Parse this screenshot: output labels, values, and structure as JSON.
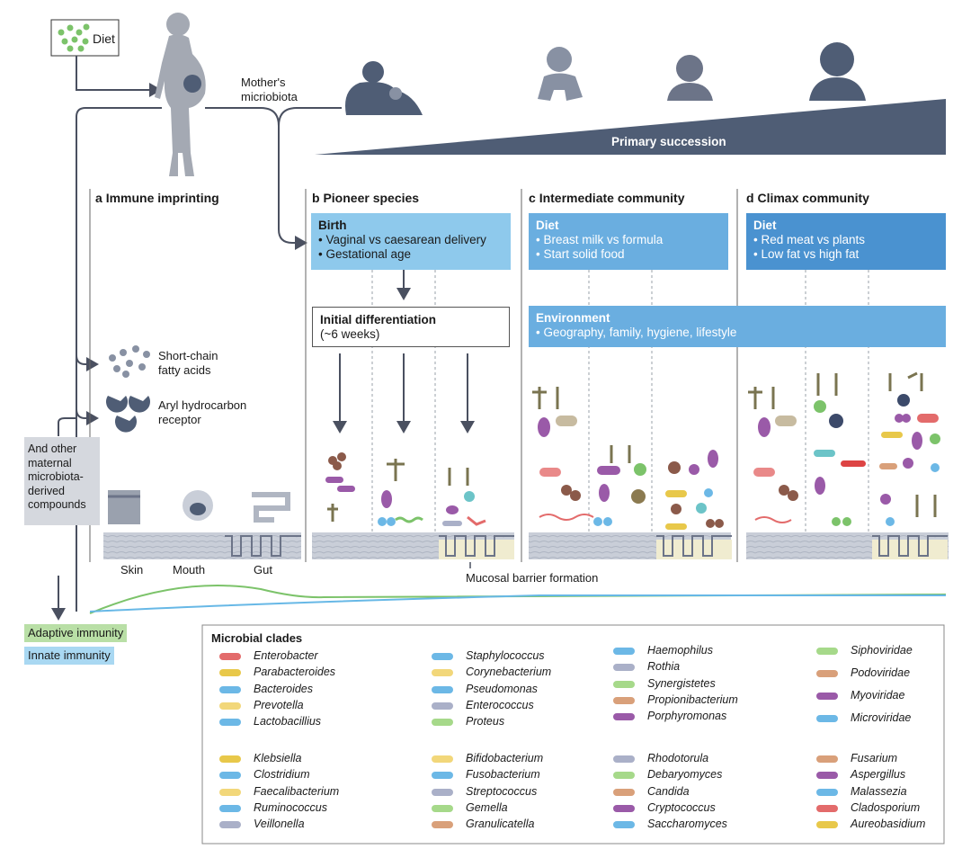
{
  "diet_label": "Diet",
  "mother_label": "Mother's\nmicriobiota",
  "succession_label": "Primary succession",
  "sections": {
    "a": {
      "letter": "a",
      "title": "Immune imprinting"
    },
    "b": {
      "letter": "b",
      "title": "Pioneer species"
    },
    "c": {
      "letter": "c",
      "title": "Intermediate community"
    },
    "d": {
      "letter": "d",
      "title": "Climax community"
    }
  },
  "birth_box": {
    "title": "Birth",
    "lines": [
      "• Vaginal vs caesarean delivery",
      "• Gestational age"
    ]
  },
  "diet_c_box": {
    "title": "Diet",
    "lines": [
      "• Breast milk vs formula",
      "• Start solid food"
    ]
  },
  "diet_d_box": {
    "title": "Diet",
    "lines": [
      "• Red meat vs plants",
      "• Low fat vs high fat"
    ]
  },
  "initial_diff": {
    "title": "Initial differentiation",
    "sub": "(~6 weeks)"
  },
  "environment_box": {
    "title": "Environment",
    "line": "• Geography, family, hygiene, lifestyle"
  },
  "scfa_label": "Short-chain\nfatty acids",
  "ahr_label": "Aryl hydrocarbon\nreceptor",
  "maternal_compounds": "And other\nmaternal\nmicrobiota-\nderived\ncompounds",
  "tissues": [
    "Skin",
    "Mouth",
    "Gut"
  ],
  "mucosal_label": "Mucosal barrier formation",
  "adaptive_label": "Adaptive immunity",
  "innate_label": "Innate immunity",
  "colors": {
    "birth": "#8ec9ec",
    "diet_c": "#6aaee0",
    "diet_d": "#4a92d0",
    "env": "#6aaee0",
    "adaptive": "#7cc36a",
    "innate": "#67b8e6",
    "succession": "#4f5d75",
    "maternal": "#d5d8de"
  },
  "legend": {
    "title": "Microbial clades",
    "col1a": [
      "Enterobacter",
      "Parabacteroides",
      "Bacteroides",
      "Prevotella",
      "Lactobacillius"
    ],
    "col1b": [
      "Klebsiella",
      "Clostridium",
      "Faecalibacterium",
      "Ruminococcus",
      "Veillonella"
    ],
    "col2a": [
      "Staphylococcus",
      "Corynebacterium",
      "Pseudomonas",
      "Enterococcus",
      "Proteus"
    ],
    "col2b": [
      "Bifidobacterium",
      "Fusobacterium",
      "Streptococcus",
      "Gemella",
      "Granulicatella"
    ],
    "col3a": [
      "Haemophilus",
      "Rothia",
      "Synergistetes",
      "Propionibacterium",
      "Porphyromonas"
    ],
    "col3b": [
      "Rhodotorula",
      "Debaryomyces",
      "Candida",
      "Cryptococcus",
      "Saccharomyces"
    ],
    "col4a": [
      "Siphoviridae",
      "Podoviridae",
      "Myoviridae",
      "Microviridae"
    ],
    "col4b": [
      "Fusarium",
      "Aspergillus",
      "Malassezia",
      "Cladosporium",
      "Aureobasidium"
    ]
  }
}
